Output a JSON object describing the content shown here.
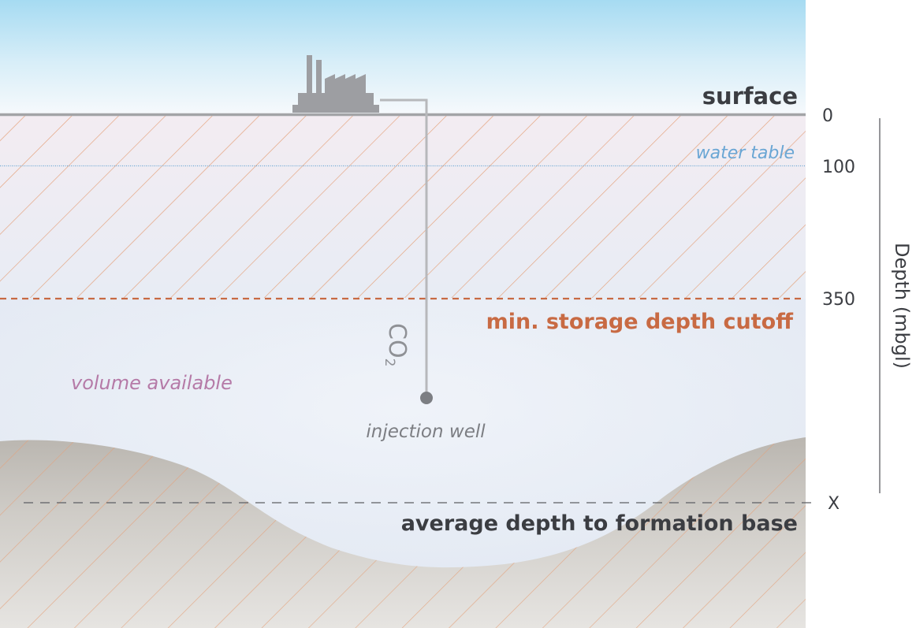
{
  "labels": {
    "surface": "surface",
    "water_table": "water table",
    "min_depth_cutoff": "min. storage depth cutoff",
    "volume_available": "volume available",
    "injection_well": "injection well",
    "co2": "CO",
    "co2_sub": "2",
    "formation_base": "average depth to formation base"
  },
  "depth_axis": {
    "title": "Depth (mbgl)",
    "ticks": [
      "0",
      "100",
      "350",
      "X"
    ]
  },
  "colors": {
    "sky_top": "#a9dcf2",
    "hatch": "#e4a079",
    "cutoff": "#c86a43",
    "water": "#6aa6d4",
    "volume_text": "#b57aa7",
    "dark_text": "#3b3d42",
    "gray": "#8f9196",
    "rock": "#c9c6c1"
  },
  "icons": {
    "factory": "factory-icon",
    "well_bottom": "well-bottom-dot-icon"
  }
}
